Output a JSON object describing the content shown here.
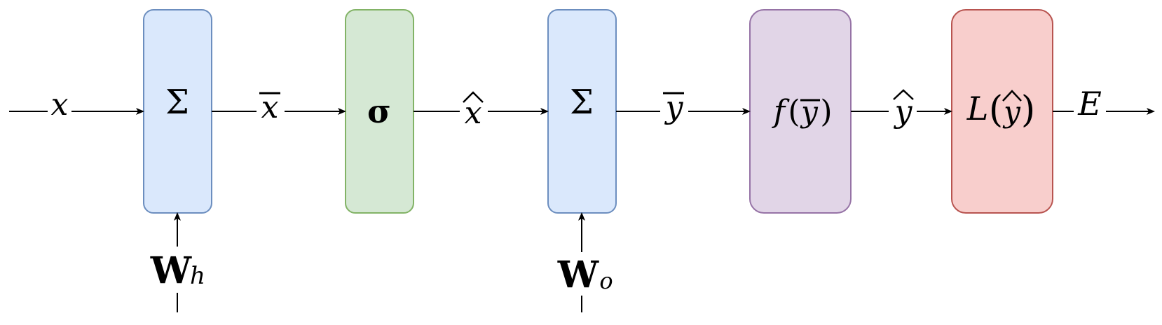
{
  "colors": {
    "blue_fill": "#dae8fc",
    "blue_stroke": "#6c8ebf",
    "green_fill": "#d5e8d4",
    "green_stroke": "#82b366",
    "purple_fill": "#e1d5e7",
    "purple_stroke": "#9673a6",
    "red_fill": "#f8cecc",
    "red_stroke": "#b85450"
  },
  "nodes": {
    "sum1": "Σ",
    "sigma": "σ",
    "sum2": "Σ",
    "f": {
      "func": "f",
      "open": "(",
      "arg": "y",
      "close": ")"
    },
    "loss": {
      "func": "L",
      "open": "(",
      "arg": "y",
      "close": ")"
    }
  },
  "edges": {
    "x": "x",
    "x_bar": "x",
    "x_hat": "x",
    "y_bar": "y",
    "y_hat": "y",
    "E": "E"
  },
  "weights": {
    "Wh": {
      "base": "W",
      "sub": "h"
    },
    "Wo": {
      "base": "W",
      "sub": "o"
    }
  }
}
